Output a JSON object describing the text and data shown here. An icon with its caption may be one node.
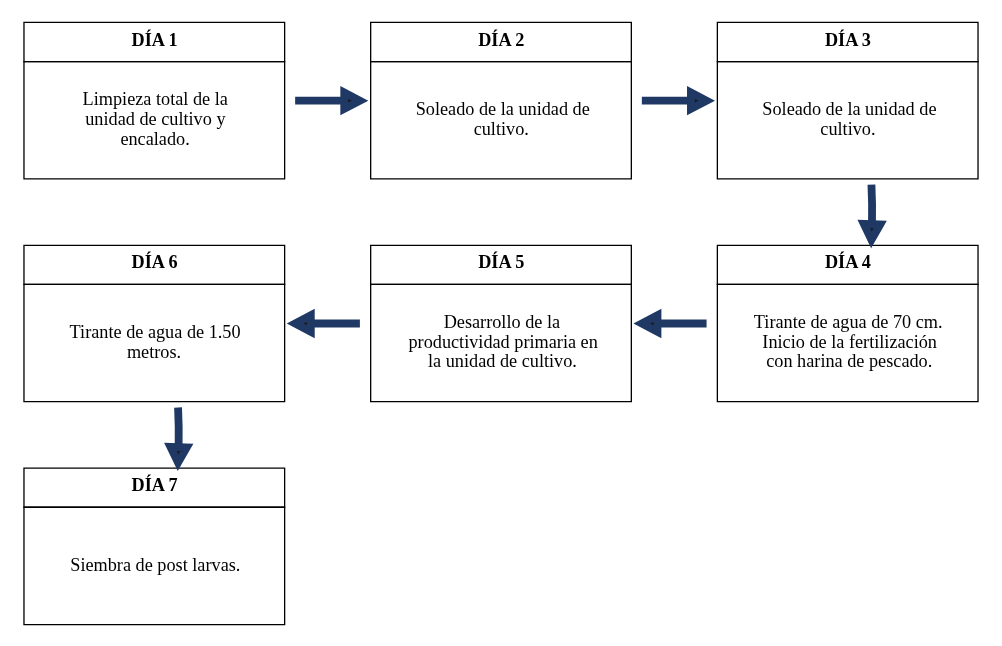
{
  "diagram": {
    "nodes": [
      {
        "text": [
          "DÍA 1",
          "Limpieza total de la unidad de cultivo y encalado."
        ]
      },
      {
        "text": [
          "DÍA 2",
          "Soleado de la unidad de cultivo."
        ]
      },
      {
        "text": [
          "DÍA 3",
          "Soleado de la unidad de cultivo."
        ]
      },
      {
        "text": [
          "DÍA 4",
          "Tirante de agua de 70 cm. Inicio de la fertilización con harina de pescado."
        ]
      },
      {
        "text": [
          "DÍA 5",
          "Desarrollo de la productividad primaria en la unidad de cultivo."
        ]
      },
      {
        "text": [
          "DÍA 6",
          "Tirante de agua de 1.50 metros."
        ]
      },
      {
        "text": [
          "DÍA 7",
          "Siembra de post larvas."
        ]
      }
    ],
    "edges": [
      {
        "from": 0,
        "to": 1,
        "arrow": "to"
      },
      {
        "from": 1,
        "to": 2,
        "arrow": "to"
      },
      {
        "from": 2,
        "to": 3,
        "arrow": "to"
      },
      {
        "from": 3,
        "to": 4,
        "arrow": "to"
      },
      {
        "from": 4,
        "to": 5,
        "arrow": "to"
      },
      {
        "from": 5,
        "to": 6,
        "arrow": "to"
      }
    ]
  }
}
